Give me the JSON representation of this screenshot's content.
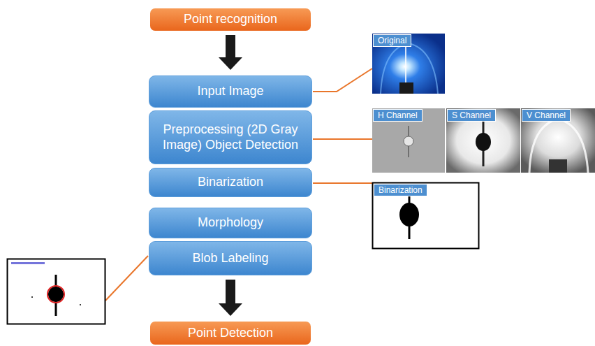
{
  "diagram": {
    "nodes": [
      {
        "text": [
          "Point recognition"
        ]
      },
      {
        "text": [
          "Input Image"
        ]
      },
      {
        "text": [
          "Preprocessing (2D Gray Image) Object Detection"
        ]
      },
      {
        "text": [
          "Binarization"
        ]
      },
      {
        "text": [
          "Morphology"
        ]
      },
      {
        "text": [
          "Blob Labeling"
        ]
      },
      {
        "text": [
          "Point Detection"
        ]
      }
    ],
    "edges": [
      {
        "from": 0,
        "to": 1,
        "arrow": "to"
      },
      {
        "from": 5,
        "to": 6,
        "arrow": "to"
      }
    ],
    "labels": [
      "Original",
      "H Channel",
      "S Channel",
      "V Channel",
      "Binarization"
    ]
  }
}
